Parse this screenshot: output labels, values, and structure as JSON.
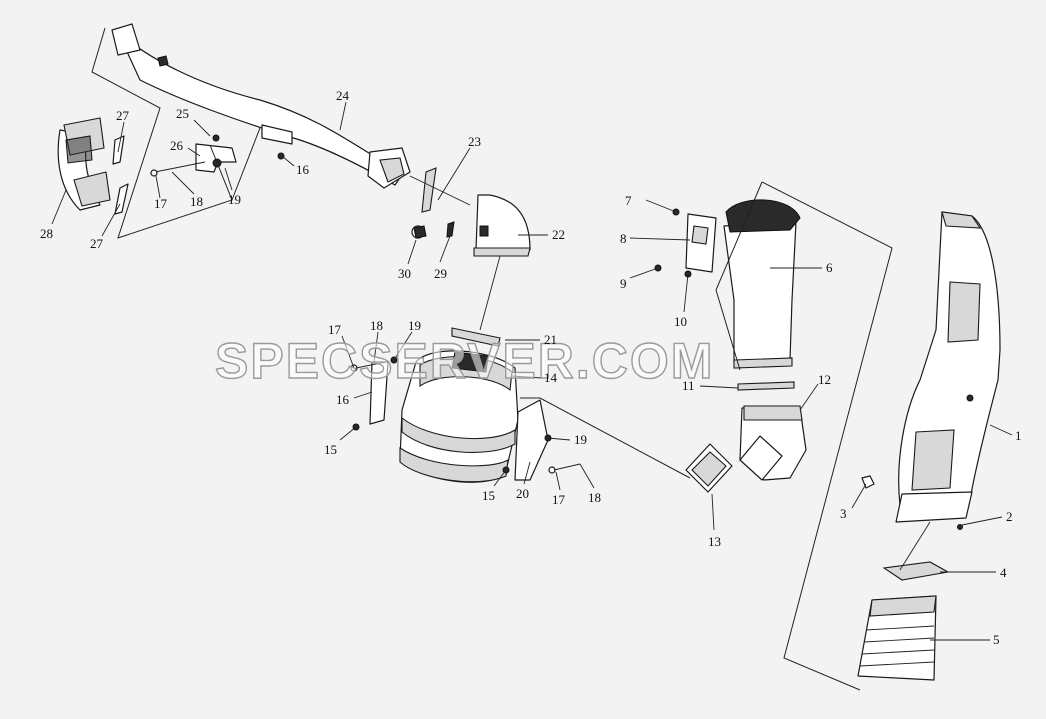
{
  "watermark": "SPECSERVER.COM",
  "callouts": [
    "1",
    "2",
    "3",
    "4",
    "5",
    "6",
    "7",
    "8",
    "9",
    "10",
    "11",
    "12",
    "13",
    "14",
    "15",
    "15",
    "16",
    "16",
    "17",
    "17",
    "17",
    "18",
    "18",
    "18",
    "19",
    "19",
    "19",
    "20",
    "21",
    "22",
    "23",
    "24",
    "25",
    "26",
    "27",
    "27",
    "28",
    "29",
    "30"
  ]
}
